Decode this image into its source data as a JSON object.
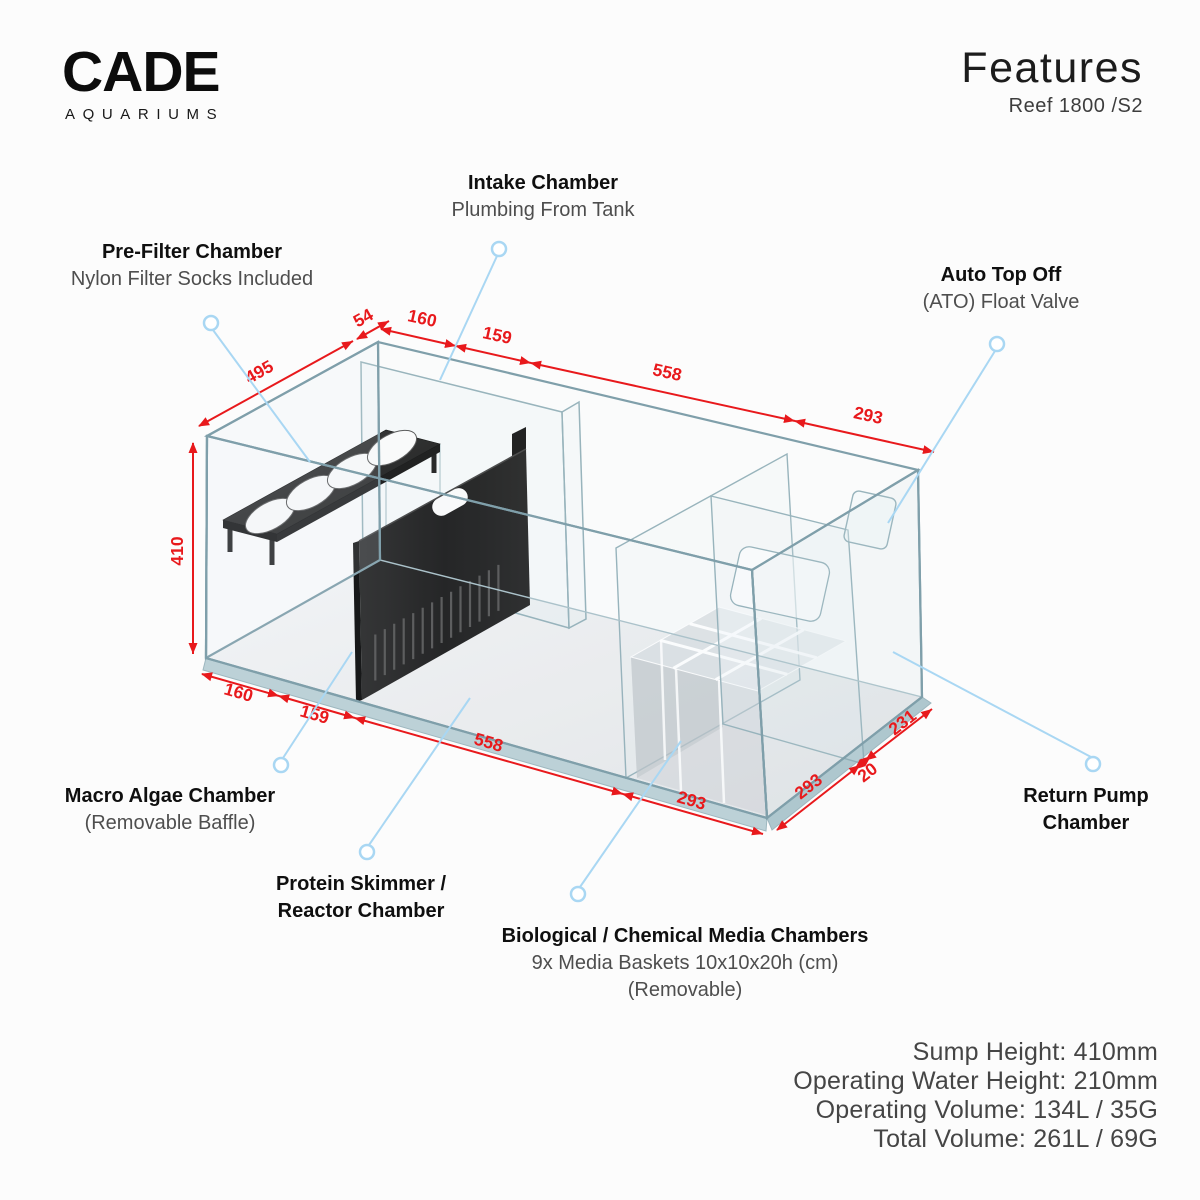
{
  "header": {
    "brand": "CADE",
    "brand_tagline": "AQUARIUMS",
    "title": "Features",
    "model": "Reef 1800 /S2"
  },
  "labels": {
    "intake": {
      "title": "Intake Chamber",
      "subtitle": "Plumbing From Tank"
    },
    "prefilter": {
      "title": "Pre-Filter Chamber",
      "subtitle": "Nylon Filter Socks Included"
    },
    "ato": {
      "title": "Auto Top Off",
      "subtitle": "(ATO) Float Valve"
    },
    "macro_algae": {
      "title": "Macro Algae Chamber",
      "subtitle": "(Removable Baffle)"
    },
    "skimmer": {
      "title": "Protein Skimmer /",
      "title2": "Reactor Chamber"
    },
    "media": {
      "title": "Biological / Chemical Media Chambers",
      "subtitle": "9x Media Baskets 10x10x20h (cm)",
      "subtitle2": "(Removable)"
    },
    "return_pump": {
      "title": "Return Pump",
      "title2": "Chamber"
    }
  },
  "dims": {
    "width": "495",
    "rear_duct": "54",
    "intake": "160",
    "prefilter": "159",
    "skimmer": "558",
    "media": "293",
    "height": "410",
    "end_media": "293",
    "end_baffle": "20",
    "end_return": "231"
  },
  "specs": {
    "sump_height": "Sump Height: 410mm",
    "water_height": "Operating Water Height: 210mm",
    "operating_volume": "Operating Volume: 134L / 35G",
    "total_volume": "Total Volume: 261L / 69G"
  },
  "colors": {
    "dimension_red": "#e8191c",
    "leader_blue": "#a9d7f3",
    "glass_edge": "#7f9faa"
  }
}
